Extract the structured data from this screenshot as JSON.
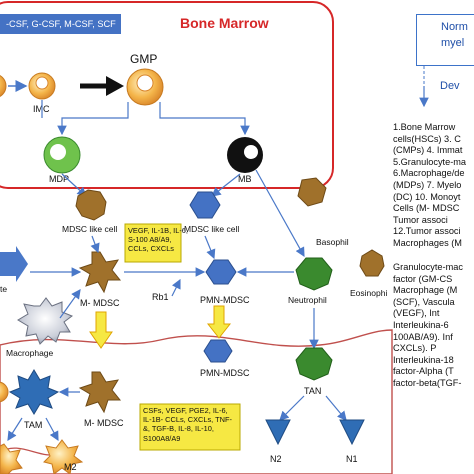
{
  "growth_factors": "-CSF, G-CSF, M-CSF, SCF",
  "bone_marrow_title": "Bone Marrow",
  "colors": {
    "bone_marrow_border": "#d62728",
    "bone_marrow_title": "#d62728",
    "tumor_border": "#c0504d",
    "arrow_blue": "#4a78c8",
    "note_yellow": "#f6e843",
    "mdsc_brown": "#a0712b",
    "pmn_blue": "#4472c4",
    "neutrophil_green": "#3a8a2e",
    "tam_blue": "#2f6db5"
  },
  "cells": {
    "gmp": "GMP",
    "imc": "IMC",
    "mdp": "MDP",
    "mb": "MB",
    "mdsc_like_cell_left": "MDSC like cell",
    "mdsc_like_cell_mid": "MDSC like cell",
    "basophil": "Basophil",
    "eosinophil": "Eosinophi",
    "m_mdsc": "M- MDSC",
    "pmn_mdsc": "PMN-MDSC",
    "neutrophil": "Neutrophil",
    "macrophage": "Macrophage",
    "pmn_mdsc_tumor": "PMN-MDSC",
    "tan": "TAN",
    "tam": "TAM",
    "m_mdsc_tumor": "M- MDSC",
    "n2": "N2",
    "n1": "N1",
    "m2": "M2",
    "left_cut": "te",
    "rb1": "Rb1"
  },
  "cytokines_upper": [
    "VEGF, IL-1B, IL-6,",
    "S-100 A8/A9,",
    "CCLs, CXCLs"
  ],
  "cytokines_lower": [
    "CSFs, VEGF, PGE2, IL-6,",
    "IL-1B- CCLs, CXCLs, TNF-",
    "&, TGF-B, IL-8, IL-10,",
    "S100A8/A9"
  ],
  "legend": {
    "line1": "Norm",
    "line2": "myel",
    "line3": "Dev"
  },
  "abbreviations": [
    "1.Bone Marrow",
    "cells(HSCs) 3. C",
    "(CMPs) 4. Immat",
    "5.Granulocyte-ma",
    "6.Macrophage/de",
    "(MDPs) 7. Myelo",
    "(DC) 10. Monoyt",
    "Cells (M- MDSC",
    "Tumor associ",
    "12.Tumor associ",
    "Macrophages (M"
  ],
  "glossary": [
    "Granulocyte-mac",
    "factor (GM-CS",
    "Macrophage (M",
    "(SCF), Vascula",
    "(VEGF), Int",
    "Interleukina-6",
    "100AB/A9). Inf",
    "CXCLs). P",
    "Interleukina-18",
    "factor-Alpha (T",
    "factor-beta(TGF-"
  ]
}
